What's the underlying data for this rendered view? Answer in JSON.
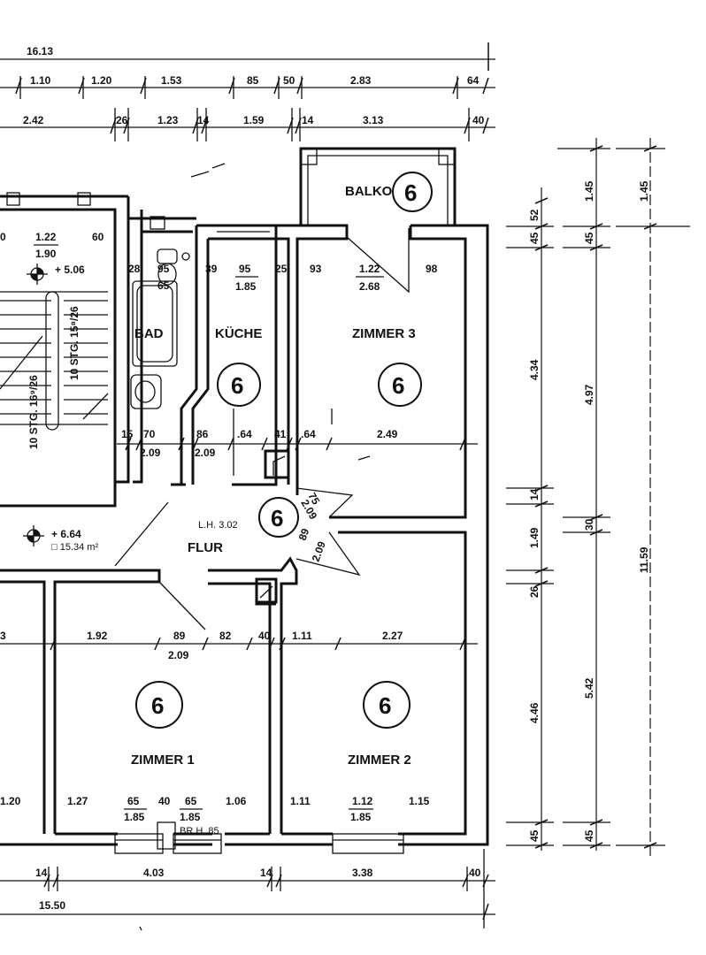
{
  "rooms": {
    "zimmer3": "ZIMMER 3",
    "zimmer1": "ZIMMER 1",
    "zimmer2": "ZIMMER 2",
    "kueche": "KÜCHE",
    "bad": "BAD",
    "flur": "FLUR",
    "balkon": "BALKON"
  },
  "unit_number": "6",
  "flur_height": "L.H. 3.02",
  "levels": {
    "upper": "+ 5.06",
    "lower": "+ 6.64",
    "lower_area": "□ 15.34 m²"
  },
  "stairs": {
    "left_label": "10 STG. 16⁹/26",
    "right_label": "10 STG. 15⁸/26"
  },
  "br_h": "BR.H. 85",
  "top_dims": {
    "row1": [
      "16.13"
    ],
    "row2": [
      "1.10",
      "1.20",
      "1.53",
      "85",
      "50",
      "2.83",
      "64"
    ],
    "row3": [
      "2.42",
      "26",
      "1.23",
      "14",
      "1.59",
      "14",
      "3.13",
      "40"
    ]
  },
  "bottom_dims": {
    "row1": [
      "14",
      "4.03",
      "14",
      "3.38",
      "40"
    ],
    "row2": [
      "15.50"
    ]
  },
  "right_dims": {
    "col1": [
      "52",
      "45",
      "4.34",
      "14",
      "1.49",
      "26",
      "4.46",
      "45"
    ],
    "col2": [
      "1.45",
      "45",
      "4.97",
      "30",
      "5.42",
      "45"
    ],
    "col3": [
      "1.45",
      "11.59"
    ]
  },
  "interior_dims": {
    "stair_top": [
      "1.22",
      "1.90",
      "60",
      "0"
    ],
    "bad_top": [
      "28",
      "95",
      "65"
    ],
    "kueche_top": [
      "39",
      "95",
      "1.85",
      "25"
    ],
    "z3_top": [
      "93",
      "1.22",
      "2.68",
      "98"
    ],
    "mid_row": [
      "15",
      "70",
      "2.09",
      "86",
      "2.09",
      ".64",
      "41",
      ".64",
      "2.49"
    ],
    "door_flur_right": [
      "75",
      "2.09"
    ],
    "door_flur_right2": [
      "89",
      "2.09"
    ],
    "flur_bottom_row": [
      "3",
      "1.92",
      "89",
      "2.09",
      "82",
      "40",
      "1.11",
      "2.27"
    ],
    "z1_bottom": [
      "1.27",
      "65",
      "1.85",
      "40",
      "65",
      "1.85",
      "1.06"
    ],
    "z2_bottom": [
      "1.11",
      "1.12",
      "1.85",
      "1.15"
    ],
    "left_edge": [
      "1.20"
    ]
  }
}
